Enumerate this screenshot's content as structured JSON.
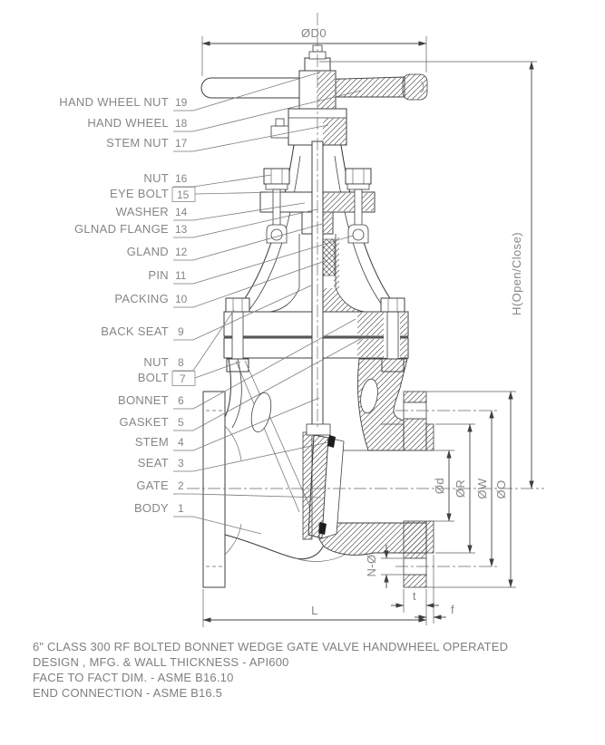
{
  "drawing": {
    "dimensions": {
      "d0": "ØD0",
      "h": "H(Open/Close)",
      "d": "Ød",
      "r": "ØR",
      "w": "ØW",
      "o": "ØO",
      "n_holes": "N-Ø",
      "l": "L",
      "t": "t",
      "f": "f"
    },
    "parts": {
      "p19": {
        "n": "19",
        "label": "HAND WHEEL NUT"
      },
      "p18": {
        "n": "18",
        "label": "HAND WHEEL"
      },
      "p17": {
        "n": "17",
        "label": "STEM NUT"
      },
      "p16": {
        "n": "16",
        "label": "NUT"
      },
      "p15": {
        "n": "15",
        "label": "EYE BOLT"
      },
      "p14": {
        "n": "14",
        "label": "WASHER"
      },
      "p13": {
        "n": "13",
        "label": "GLNAD FLANGE"
      },
      "p12": {
        "n": "12",
        "label": "GLAND"
      },
      "p11": {
        "n": "11",
        "label": "PIN"
      },
      "p10": {
        "n": "10",
        "label": "PACKING"
      },
      "p9": {
        "n": "9",
        "label": "BACK SEAT"
      },
      "p8": {
        "n": "8",
        "label": "NUT"
      },
      "p7": {
        "n": "7",
        "label": "BOLT"
      },
      "p6": {
        "n": "6",
        "label": "BONNET"
      },
      "p5": {
        "n": "5",
        "label": "GASKET"
      },
      "p4": {
        "n": "4",
        "label": "STEM"
      },
      "p3": {
        "n": "3",
        "label": "SEAT"
      },
      "p2": {
        "n": "2",
        "label": "GATE"
      },
      "p1": {
        "n": "1",
        "label": "BODY"
      }
    },
    "notes": {
      "line1": "6\" CLASS 300 RF BOLTED BONNET WEDGE GATE VALVE HANDWHEEL OPERATED",
      "line2": "DESIGN , MFG. & WALL THICKNESS - API600",
      "line3": "FACE TO FACT DIM. - ASME B16.10",
      "line4": "END CONNECTION - ASME B16.5"
    },
    "colors": {
      "line": "#3f3f3f",
      "text": "#868686",
      "background": "#ffffff"
    }
  }
}
